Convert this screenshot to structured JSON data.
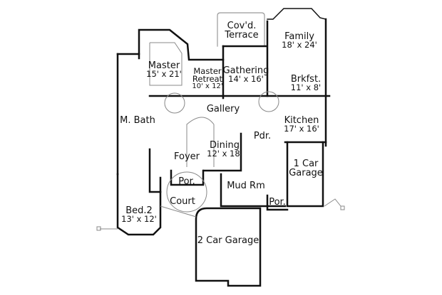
{
  "plan": {
    "type": "floor-plan",
    "wall_color": "#111111",
    "thin_line_color": "#888888",
    "rooms": [
      {
        "id": "covd-terrace",
        "name": "Cov'd.",
        "name2": "Terrace",
        "dim": ""
      },
      {
        "id": "family",
        "name": "Family",
        "dim": "18' x 24'"
      },
      {
        "id": "master",
        "name": "Master",
        "dim": "15' x 21'"
      },
      {
        "id": "master-retreat",
        "name": "Master",
        "name2": "Retreat",
        "dim": "10' x 12'"
      },
      {
        "id": "gathering",
        "name": "Gathering",
        "dim": "14' x 16'"
      },
      {
        "id": "brkfst",
        "name": "Brkfst.",
        "dim": "11' x 8'"
      },
      {
        "id": "gallery",
        "name": "Gallery",
        "dim": ""
      },
      {
        "id": "m-bath",
        "name": "M. Bath",
        "dim": ""
      },
      {
        "id": "kitchen",
        "name": "Kitchen",
        "dim": "17' x 16'"
      },
      {
        "id": "pdr",
        "name": "Pdr.",
        "dim": ""
      },
      {
        "id": "dining",
        "name": "Dining",
        "dim": "12' x 18'"
      },
      {
        "id": "foyer",
        "name": "Foyer",
        "dim": ""
      },
      {
        "id": "one-car-garage",
        "name": "1 Car",
        "name2": "Garage",
        "dim": ""
      },
      {
        "id": "por-front",
        "name": "Por.",
        "dim": ""
      },
      {
        "id": "mud-rm",
        "name": "Mud Rm",
        "dim": ""
      },
      {
        "id": "por-side",
        "name": "Por.",
        "dim": ""
      },
      {
        "id": "bed-2",
        "name": "Bed.2",
        "dim": "13' x 12'"
      },
      {
        "id": "court",
        "name": "Court",
        "dim": ""
      },
      {
        "id": "two-car-garage",
        "name": "2 Car Garage",
        "dim": ""
      }
    ]
  }
}
